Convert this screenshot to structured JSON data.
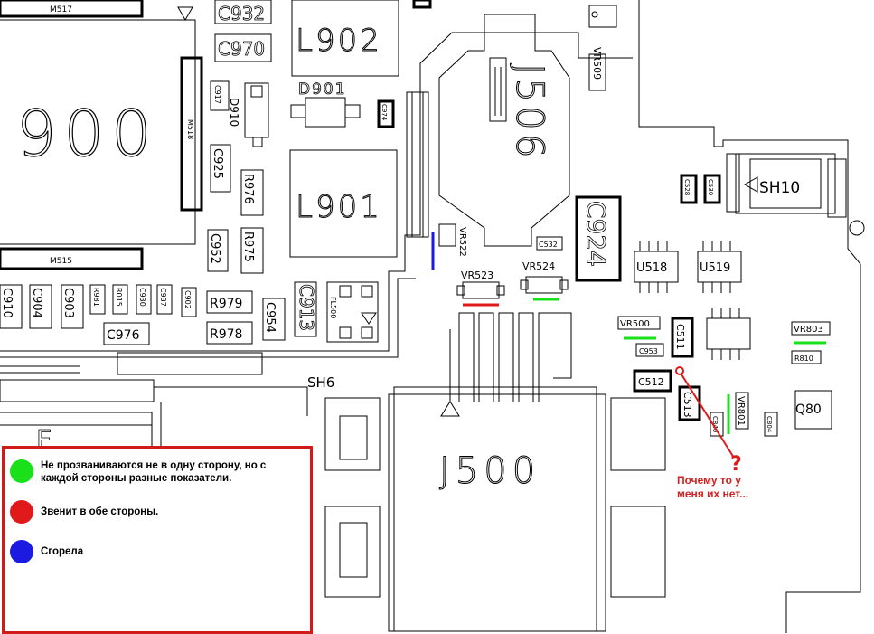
{
  "legend": {
    "items": [
      {
        "color": "#19e019",
        "text": "Не прозваниваются не в одну сторону, но с каждой стороны разные показатели."
      },
      {
        "color": "#e01a1a",
        "text": "Звенит в обе стороны."
      },
      {
        "color": "#1a1ae0",
        "text": "Сгорела"
      }
    ]
  },
  "note": {
    "mark": "?",
    "line1": "Почему то у",
    "line2": "меня их нет..."
  },
  "labels": {
    "m517": "M517",
    "m515": "M515",
    "m518": "M518",
    "l900": "900",
    "l902": "L902",
    "l901": "L901",
    "j506": "J506",
    "j500": "J500",
    "c932": "C932",
    "c970": "C970",
    "c917": "C917",
    "d910": "D910",
    "d901": "D901",
    "c974": "C974",
    "c925": "C925",
    "r976": "R976",
    "c952": "C952",
    "r975": "R975",
    "c910": "C910",
    "c904": "C904",
    "c903": "C903",
    "r981": "R981",
    "r015": "R015",
    "c930": "C930",
    "c937": "C937",
    "c902": "C902",
    "c976": "C976",
    "r979": "R979",
    "r978": "R978",
    "c954": "C954",
    "c913": "C913",
    "fl500": "FL500",
    "vr522": "VR522",
    "vr523": "VR523",
    "vr524": "VR524",
    "c532": "C532",
    "c924": "C924",
    "sh10": "SH10",
    "c528": "C528",
    "c530": "C530",
    "sh6": "SH6",
    "vr509": "VR509",
    "vr500": "VR500",
    "c953": "C953",
    "c511": "C511",
    "c512": "C512",
    "c513": "C513",
    "vr803": "VR803",
    "r810": "R810",
    "vr801": "VR801",
    "c840": "C840",
    "c804": "C804",
    "q800": "Q80",
    "u518": "U518",
    "u519": "U519"
  }
}
